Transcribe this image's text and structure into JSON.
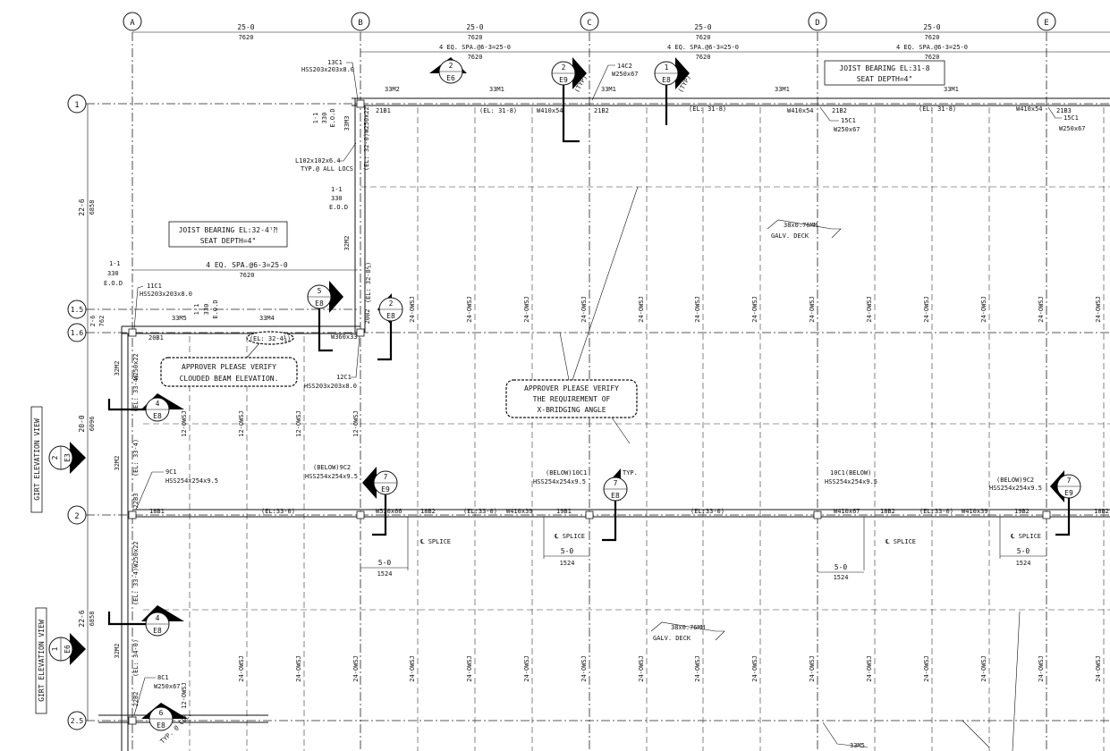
{
  "grid_columns": [
    "A",
    "B",
    "C",
    "D",
    "E"
  ],
  "grid_rows": [
    "1",
    "1.5",
    "1.6",
    "2",
    "2.5"
  ],
  "top_dims": {
    "span": "25-0",
    "span_mm": "7620",
    "spacing": "4 EQ. SPA.@6-3=25-0",
    "spacing_mm": "7620"
  },
  "left_dims": [
    {
      "ft": "22-6",
      "mm": "6858"
    },
    {
      "ft": "2-6",
      "mm": "762"
    },
    {
      "ft": "20-0",
      "mm": "6096"
    },
    {
      "ft": "22-6",
      "mm": "6858"
    }
  ],
  "notes": {
    "joist_bearing_1": [
      "JOIST BEARING EL:31-8",
      "SEAT DEPTH=4\""
    ],
    "joist_bearing_2": [
      "JOIST BEARING EL:32-4⁷⁈",
      "SEAT DEPTH=4\""
    ],
    "approver_1": [
      "APPROVER PLEASE VERIFY",
      "CLOUDED BEAM ELEVATION."
    ],
    "approver_2": [
      "APPROVER PLEASE VERIFY",
      "THE REQUIREMENT OF",
      "X-BRIDGING ANGLE"
    ],
    "deck_1": [
      "38x0.76MM",
      "GALV. DECK"
    ],
    "deck_2": [
      "38x0.76MM",
      "GALV. DECK"
    ],
    "clouded_el": "(EL: 32-4¾)"
  },
  "side_labels": {
    "girt_1": "GIRT ELEVATION VIEW",
    "girt_2": "GIRT ELEVATION VIEW"
  },
  "mid_spacing": {
    "text": "4 EQ. SPA.@6-3=25-0",
    "mm": "7620"
  },
  "detail_bubbles": [
    {
      "num": "2",
      "sheet": "E6"
    },
    {
      "num": "2",
      "sheet": "E9",
      "typ": "(TYP)"
    },
    {
      "num": "1",
      "sheet": "E8",
      "typ": "(TYP)"
    },
    {
      "num": "5",
      "sheet": "E8"
    },
    {
      "num": "2",
      "sheet": "E8"
    },
    {
      "num": "4",
      "sheet": "E8"
    },
    {
      "num": "7",
      "sheet": "E9"
    },
    {
      "num": "7",
      "sheet": "E8",
      "typ": "TYP."
    },
    {
      "num": "7",
      "sheet": "E9"
    },
    {
      "num": "4",
      "sheet": "E8"
    },
    {
      "num": "6",
      "sheet": "E8",
      "typ": "TYP. @ COL."
    },
    {
      "num": "2",
      "sheet": "E3"
    },
    {
      "num": "1",
      "sheet": "E6"
    }
  ],
  "row1_labels": {
    "b1": "33M2",
    "b2": "33M1",
    "b3": "33M1",
    "b4": "33M1",
    "b5": "33M1",
    "m1": "21B1",
    "m2": "21B2",
    "m3": "21B2",
    "m4": "21B3",
    "el": "(EL: 31-8)",
    "w1": "W410x54",
    "w2": "W410x54",
    "w3": "W410x54",
    "c1": "13C1",
    "c1s": "HSS203x203x8.0",
    "c2": "14C2",
    "c2s": "W250x67",
    "c3": "15C1",
    "c3s": "W250x67",
    "c4": "15C1",
    "c4s": "W250x67"
  },
  "misc": {
    "angle": "L102x102x6.4",
    "angle2": "TYP.@ ALL LOCS.",
    "eod": "1-1",
    "eod2": "330",
    "eod3": "E.O.D",
    "m33m3": "33M3",
    "el320": "(EL: 32-0)",
    "w250": "W250x22",
    "m32m2": "32M2",
    "el328": "(EL: 32-8⅔)",
    "c11": "11C1",
    "c11s": "HSS203x203x8.0",
    "b20": "20B1",
    "b20b": "20B2",
    "m35": "33M5",
    "m34": "33M4",
    "w360": "W360x33",
    "c12": "12C1",
    "c12s": "HSS203x203x8.0",
    "owsj24": "24-OWSJ",
    "owsj12": "12-OWSJ",
    "c9": "9C1",
    "c9s": "HSS254x254x9.5",
    "b22": "22B3",
    "b18": "18B1",
    "el33": "(EL:33-0)",
    "below1": "(BELOW)9C2",
    "below1s": "HSS254x254x9.5",
    "w530": "W530x66",
    "b18b2": "18B2",
    "w410x39": "W410x39",
    "below2": "(BELOW)10C1",
    "below2s": "HSS254x254x9.5",
    "b19": "19B1",
    "c10": "10C1(BELOW)",
    "c10s": "HSS254x254x9.5",
    "w410x67": "W410x67",
    "below3": "(BELOW)9C2",
    "below3s": "HSS254x254x9.5",
    "b19b2": "19B2",
    "splice": "℄ SPLICE",
    "sp_ft": "5-0",
    "sp_mm": "1524",
    "m32m2b": "32M2",
    "el334": "(EL: 33-4)",
    "el334b": "(EL: 33-4)",
    "w250b": "W250x22",
    "el340": "(EL: 34-0)",
    "c8": "8C1",
    "c8s": "W250x67",
    "b22b2": "22B2",
    "m32m2c": "32M2",
    "m32m2d": "32M2",
    "m33m5b": "33M5"
  }
}
